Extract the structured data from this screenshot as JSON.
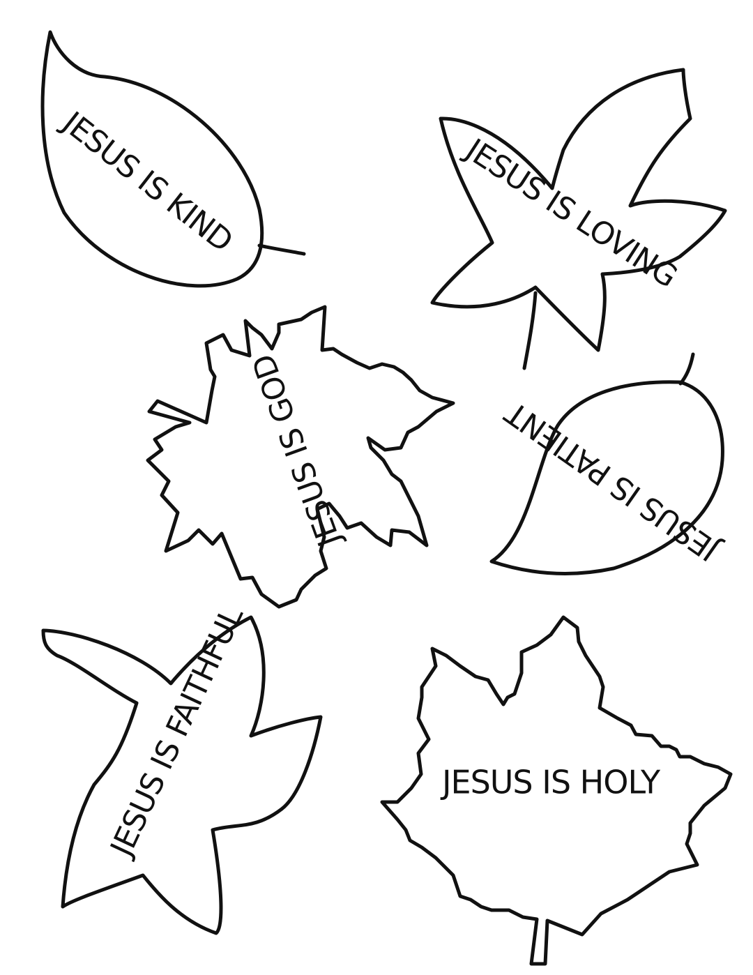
{
  "page": {
    "background": "#ffffff",
    "ink": "#111111"
  },
  "leaves": [
    {
      "label": "JESUS IS KIND"
    },
    {
      "label": "JESUS IS LOVING"
    },
    {
      "label": "JESUS IS GOD"
    },
    {
      "label": "JESUS IS PATIENT"
    },
    {
      "label": "JESUS IS FAITHFUL"
    },
    {
      "label": "JESUS IS HOLY"
    }
  ]
}
